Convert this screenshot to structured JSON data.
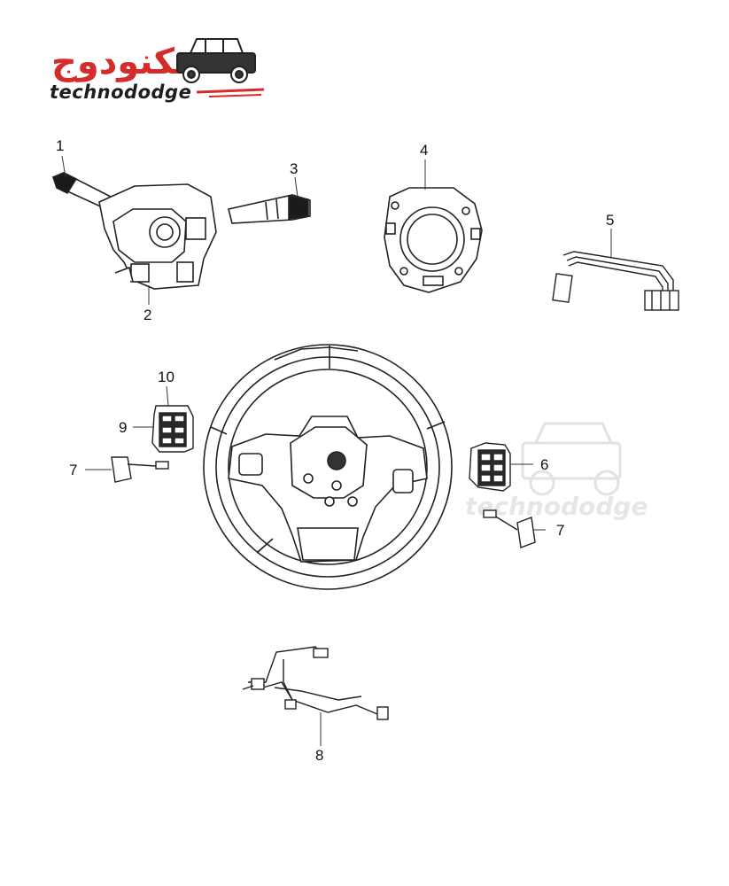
{
  "logo": {
    "arabic": "تكنودوج",
    "latin": "technododge",
    "accent_color": "#d62b2b",
    "text_color": "#1d1d1d",
    "icon": "jeep-icon"
  },
  "watermark": {
    "text": "technododge",
    "icon": "jeep-icon"
  },
  "callouts": [
    "1",
    "2",
    "3",
    "4",
    "5",
    "6",
    "7",
    "7",
    "8",
    "9",
    "10"
  ],
  "parts_line_color": "#333333"
}
